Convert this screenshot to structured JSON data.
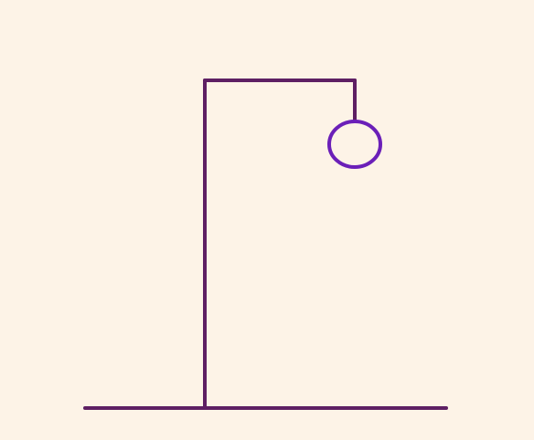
{
  "game": {
    "name": "hangman",
    "wrong_guesses_shown": 1,
    "parts_drawn": [
      "head"
    ],
    "colors": {
      "background": "#fdf3e7",
      "gallows": "#5e1f63",
      "figure": "#6b1fb8"
    }
  }
}
